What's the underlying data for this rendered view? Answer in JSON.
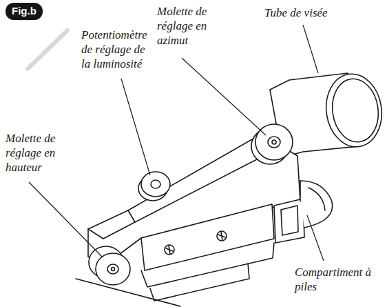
{
  "diagram": {
    "nodes": [
      {
        "text": [
          "Fig.b"
        ]
      }
    ],
    "labels": [
      "Molette de réglage en azimut",
      "Tube de visée",
      "Potentiomètre de réglage de la luminosité",
      "Molette de réglage en hauteur",
      "Compartiment à piles"
    ]
  }
}
